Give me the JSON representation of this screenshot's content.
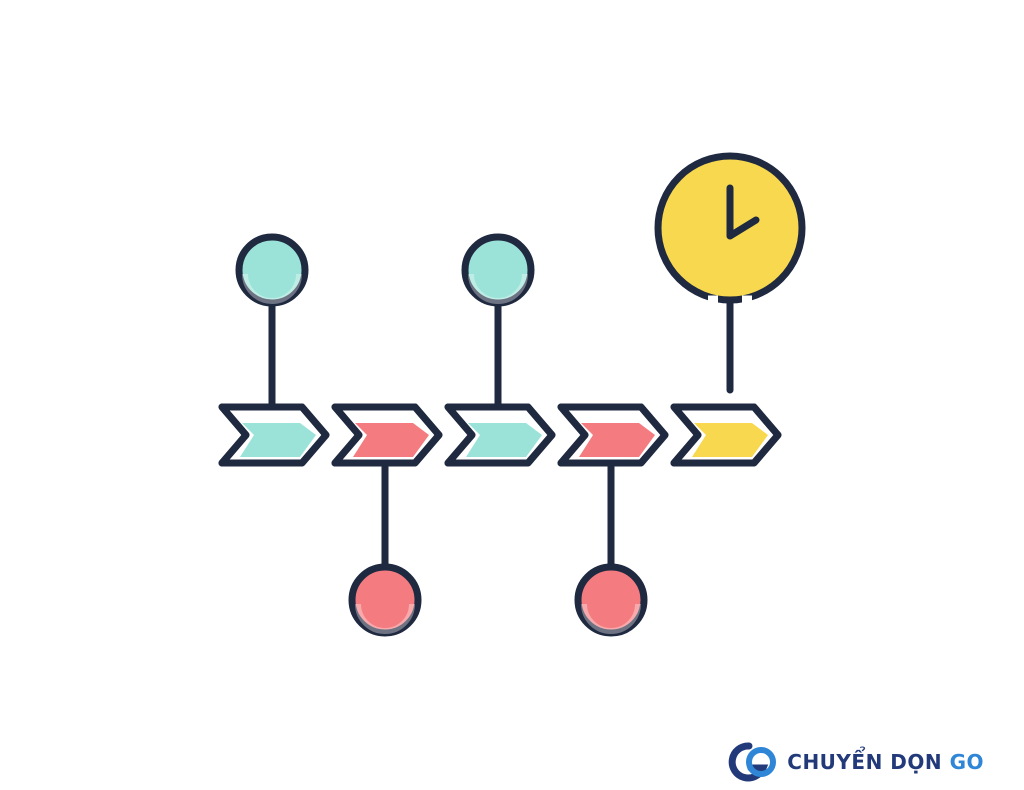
{
  "colors": {
    "outline": "#1f2940",
    "teal": "#9be3d8",
    "coral": "#f47c80",
    "yellow": "#f7d84f",
    "logo_navy": "#233a7a",
    "logo_blue": "#2f86d6"
  },
  "timeline": {
    "steps": [
      {
        "name": "step-1",
        "color": "teal",
        "marker": "circle",
        "marker_side": "top",
        "marker_color": "teal"
      },
      {
        "name": "step-2",
        "color": "coral",
        "marker": "circle",
        "marker_side": "bottom",
        "marker_color": "coral"
      },
      {
        "name": "step-3",
        "color": "teal",
        "marker": "circle",
        "marker_side": "top",
        "marker_color": "teal"
      },
      {
        "name": "step-4",
        "color": "coral",
        "marker": "circle",
        "marker_side": "bottom",
        "marker_color": "coral"
      },
      {
        "name": "step-5",
        "color": "yellow",
        "marker": "clock",
        "marker_side": "top",
        "marker_color": "yellow"
      }
    ]
  },
  "logo": {
    "icon": "go-logo-icon",
    "text_main": "CHUYỂN DỌN",
    "text_accent": "GO"
  }
}
